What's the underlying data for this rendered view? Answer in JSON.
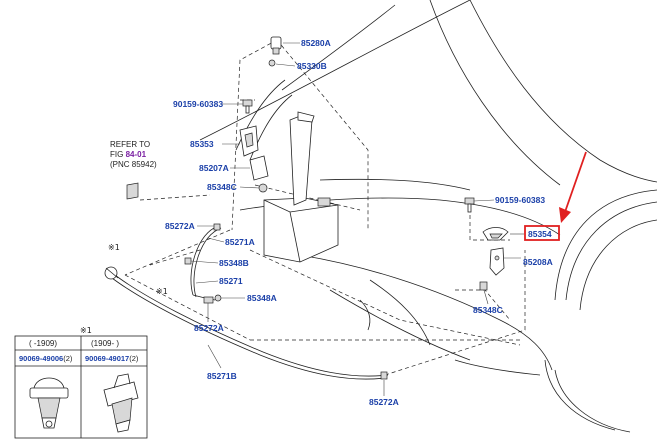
{
  "labels": {
    "p85280A": "85280A",
    "p85330B": "85330B",
    "p90159_60383_a": "90159-60383",
    "p85353": "85353",
    "p85207A": "85207A",
    "p85348C_a": "85348C",
    "p85272A_a": "85272A",
    "p85271A": "85271A",
    "p85348B": "85348B",
    "p85271": "85271",
    "p85348A": "85348A",
    "p85272A_b": "85272A",
    "p85271B": "85271B",
    "p85272A_c": "85272A",
    "p90159_60383_b": "90159-60383",
    "p85354": "85354",
    "p85208A": "85208A",
    "p85348C_b": "85348C"
  },
  "reference": {
    "line1": "REFER TO",
    "line2_prefix": "FIG ",
    "line2_link": "84-01",
    "line3": "(PNC 85942)"
  },
  "marks": {
    "m1": "※1",
    "m2": "※1"
  },
  "legend_table": {
    "header_mark": "※1",
    "col1_range": "(      -1909)",
    "col2_range": "(1909-      )",
    "col1_part": "90069-49006",
    "col1_qty": "(2)",
    "col2_part": "90069-49017",
    "col2_qty": "(2)"
  },
  "highlight": {
    "target": "85354",
    "box_color": "#e02020",
    "arrow_color": "#e02020"
  },
  "colors": {
    "label_color": "#1a3fa8",
    "link_color": "#7a1fa2"
  }
}
